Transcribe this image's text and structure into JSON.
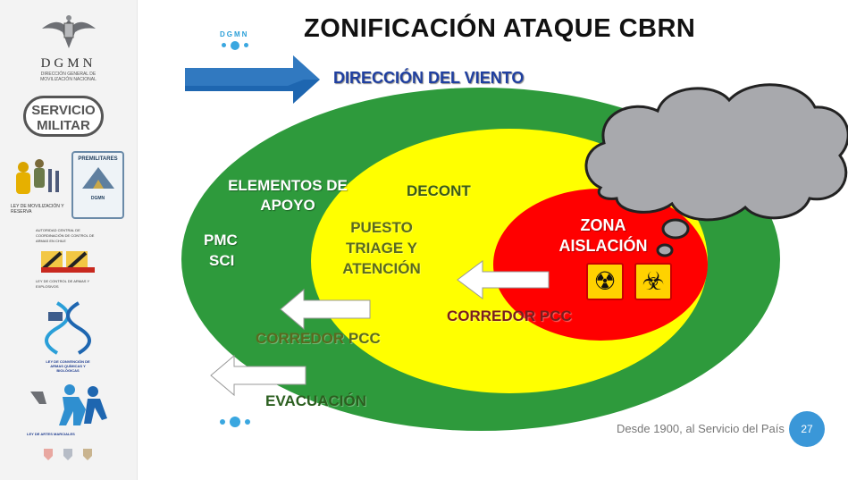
{
  "title": "ZONIFICACIÓN ATAQUE CBRN",
  "brand_mark": "DGMN",
  "sidebar": {
    "dgmn": "DGMN",
    "dgmn_sub": "DIRECCIÓN GENERAL DE MOVILIZACIÓN NACIONAL",
    "servicio_line1": "SERVICIO",
    "servicio_line2": "MILITAR",
    "premilitares": "PREMILITARES",
    "premil_dgmn": "DGMN",
    "ley_movilizacion": "LEY DE MOVILIZACIÓN Y RESERVA",
    "autoridad": "AUTORIDAD CENTRAL DE COORDINACIÓN DE CONTROL DE ARMAS EN CHILE",
    "ley_armas": "LEY DE CONTROL DE ARMAS Y EXPLOSIVOS",
    "ley_quimicas": "LEY DE CONVENCIÓN DE ARMAS QUÍMICAS Y BIOLÓGICAS",
    "ley_artes": "LEY DE ARTES MARCIALES",
    "small_dgmn": "DGMN"
  },
  "wind_label": "DIRECCIÓN DEL VIENTO",
  "zones": {
    "apoyo": "ELEMENTOS DE APOYO",
    "pmc": "PMC",
    "sci": "SCI",
    "decont": "DECONT",
    "triage_1": "PUESTO",
    "triage_2": "TRIAGE Y",
    "triage_3": "ATENCIÓN",
    "zona": "ZONA",
    "aislacion": "AISLACIÓN",
    "corredor_inner": "CORREDOR PCC",
    "corredor_outer": "CORREDOR PCC",
    "evacuacion": "EVACUACIÓN"
  },
  "icons": {
    "chemical": "☢",
    "biohazard": "☣"
  },
  "colors": {
    "outer_zone": "#2e9a3c",
    "middle_zone": "#ffff00",
    "inner_zone": "#ff0000",
    "cloud": "#a8a9ad",
    "wind_arrow": "#1e66b0",
    "accent": "#3a97d8"
  },
  "footer": "Desde 1900, al Servicio del País",
  "page_number": "27"
}
